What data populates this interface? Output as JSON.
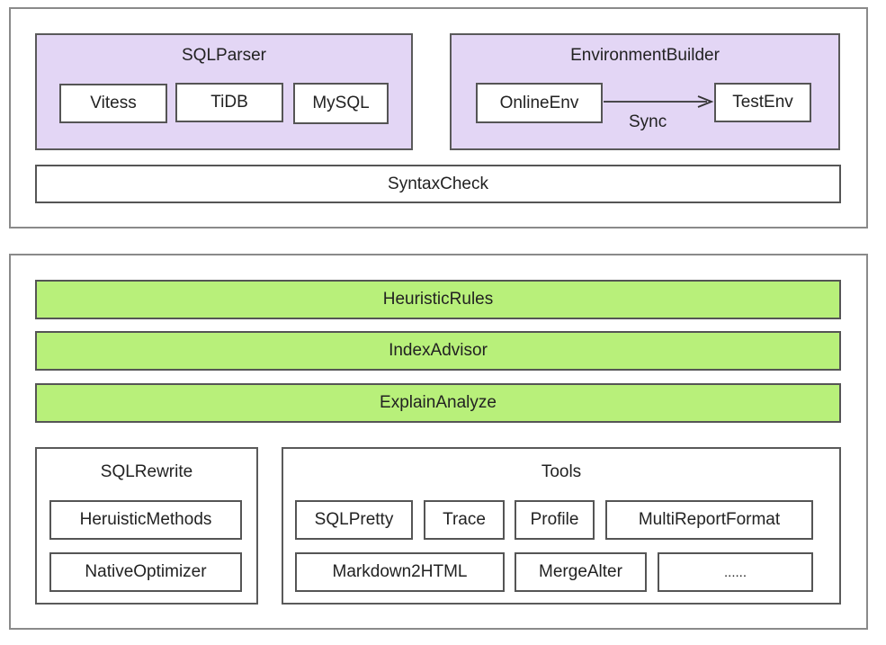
{
  "top": {
    "sqlparser": {
      "title": "SQLParser",
      "items": [
        "Vitess",
        "TiDB",
        "MySQL"
      ]
    },
    "envbuilder": {
      "title": "EnvironmentBuilder",
      "online": "OnlineEnv",
      "test": "TestEnv",
      "sync": "Sync"
    },
    "syntax_check": "SyntaxCheck"
  },
  "bottom": {
    "heuristic_rules": "HeuristicRules",
    "index_advisor": "IndexAdvisor",
    "explain_analyze": "ExplainAnalyze",
    "sqlrewrite": {
      "title": "SQLRewrite",
      "items": [
        "HeruisticMethods",
        "NativeOptimizer"
      ]
    },
    "tools": {
      "title": "Tools",
      "items": [
        "SQLPretty",
        "Trace",
        "Profile",
        "MultiReportFormat",
        "Markdown2HTML",
        "MergeAlter",
        "......"
      ]
    }
  },
  "colors": {
    "parser_fill": "#e3d6f5",
    "rule_fill": "#b8f07a"
  }
}
